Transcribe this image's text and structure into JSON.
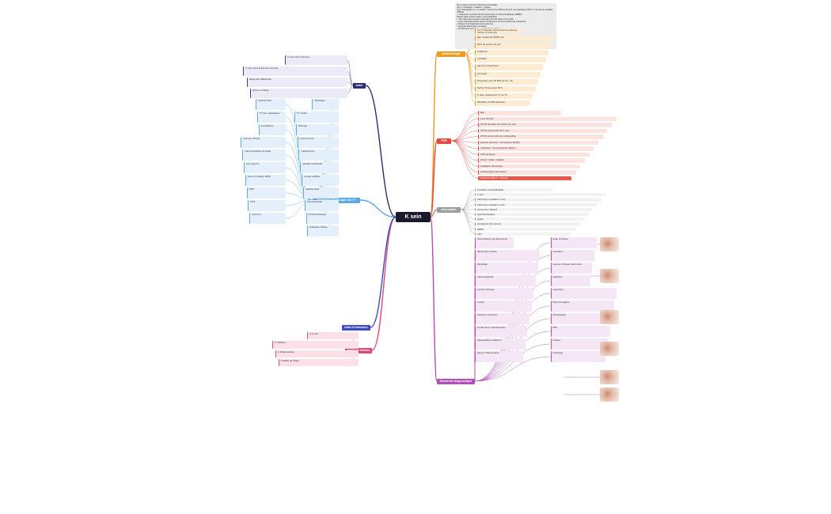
{
  "root": {
    "label": "K sein",
    "color": "#1a1a2e"
  },
  "note": {
    "lines": [
      "Ne to check le biomon plusieurs ponctualités",
      "Cfpu = histologie + invasion + grappe",
      "Type histologique a + 2 niveaux = carcinome infiltrant de type non spécifique (NST) = carcinome canalaire infiltrant",
      "+ marqueurs tumoraux bio-le% hormonaux et anti-lymphatiques (HER2)",
      "Risque élevé risque quadri + prise 'Equilibre'",
      "+ 'Clé' calcul des groupes pronostics de l'IHC dans le bon épol",
      "+ score d'identité grand nombre d'estimant a la zero-mortaux est intéressant",
      "+ Risque K de l'agression de la mamma",
      "+ Nouvelle observation ressentie",
      "+ 66 000 K/an en France + de 1% (l'âge adulte)"
    ]
  },
  "branches": [
    {
      "id": "epidemio",
      "label": "épidémiologie",
      "color": "#f29a1e",
      "cls": "leaf-orange",
      "leaves": [
        "1er K fréquent chez la femme (devant rectum et poumon)",
        "âge médian du 50/60 ans",
        "60% de survie à 5 ans",
        "incidence",
        "mortalité",
        "taux de survie 5 ans",
        "pronostic",
        "Nouveaux cas: 60 000 par an / an",
        "Survie 70 ans pour 90 K",
        "K avec classement T1 ou T2",
        "Mortalité: 12 000 décès/an"
      ]
    },
    {
      "id": "fdr",
      "label": "FDR",
      "color": "#e2483d",
      "cls": "leaf-red",
      "leaves": [
        "âge",
        "sexe féminin",
        "ATCD familiaux de cancer du sein",
        "ATCD personnels de K sein",
        "ATCD personnels de mastopathie",
        "puberté précoce / ménopause tardive",
        "nulliparité / 1re grossesse tardive",
        "THS prolongé",
        "alcool / tabac / obésité",
        "irradiation thoracique",
        "prédisposition génétique",
        "mutations BRCA1 / BRCA2"
      ]
    },
    {
      "id": "physiopath",
      "label": "physiopath",
      "color": "#9c9c9c",
      "cls": "leaf-gray",
      "leaves": [
        "évolution intra-épithéliale",
        "in situ",
        "carcinome canalaire in situ",
        "carcinome lobulaire in situ",
        "carcinome infiltrant",
        "type histologique",
        "grade",
        "récepteurs hormonaux",
        "HER2",
        "Ki67"
      ]
    },
    {
      "id": "diag",
      "label": "Démarche diagnostique",
      "color": "#b04fb3",
      "cls": "leaf-purple",
      "leaves": [
        "circonstances de découverte",
        "découverte fortuite",
        "dépistage",
        "mammographie",
        "examen clinique",
        "nodule",
        "rétraction mamelon",
        "écoulement mamelonnaire",
        "adénopathies axillaires",
        "aspect inflammatoire",
        "peau d'orange",
        "ulcération",
        "examen clinique mammaire",
        "palpation",
        "inspection",
        "bilan d'imagerie",
        "échographie",
        "IRM",
        "biopsie",
        "histologie"
      ]
    },
    {
      "id": "types",
      "label": "types de lésions",
      "color": "#d94a76",
      "cls": "leaf-pink",
      "leaves": [
        "K in situ",
        "K infiltrant",
        "K inflammatoire",
        "maladie de Paget"
      ]
    },
    {
      "id": "extension",
      "label": "bilan d'extension",
      "color": "#3f4dbf",
      "cls": "leaf-navy",
      "leaves": []
    },
    {
      "id": "depistage",
      "label": "dépistage et principes de TT",
      "color": "#5aa9e6",
      "cls": "leaf-blue",
      "leaves": [
        "dépistage",
        "TT curatif",
        "chirurgie",
        "tumorectomie",
        "mastectomie",
        "ganglion sentinelle",
        "curage axillaire",
        "radiothérapie",
        "chimiothérapie",
        "hormonothérapie",
        "thérapies ciblées",
        "trastuzumab",
        "TT des métastases",
        "surveillance",
        "examen clinique",
        "mammographie annuelle",
        "suivi psycho",
        "prise en charge 100%",
        "RCP",
        "PPS",
        "annonce"
      ]
    },
    {
      "id": "autre",
      "label": "autre",
      "color": "#2a3070",
      "cls": "leaf-navy",
      "leaves": [
        "K sein chez l'homme",
        "K sein chez la femme enceinte",
        "diagnostic différentiel",
        "prise en charge"
      ]
    }
  ],
  "photos": [
    "photo-nodule",
    "photo-inflammatoire",
    "photo-peau-orange",
    "photo-ulceration",
    "photo-paget",
    "photo-retraction"
  ]
}
